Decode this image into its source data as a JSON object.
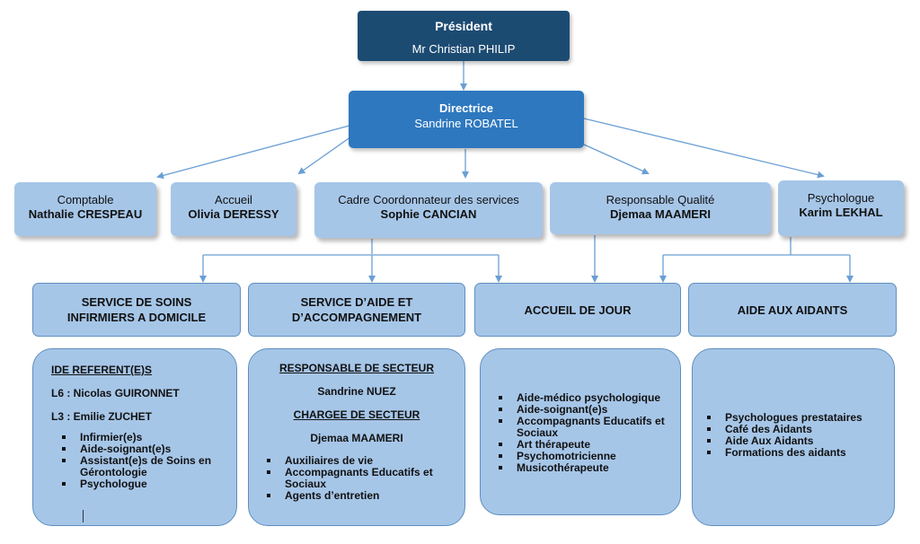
{
  "president": {
    "title": "Président",
    "name": "Mr Christian PHILIP"
  },
  "directrice": {
    "title": "Directrice",
    "name": "Sandrine ROBATEL"
  },
  "staff": [
    {
      "role": "Comptable",
      "name": "Nathalie CRESPEAU"
    },
    {
      "role": "Accueil",
      "name": "Olivia DERESSY"
    },
    {
      "role": "Cadre Coordonnateur des services",
      "name": "Sophie CANCIAN"
    },
    {
      "role": "Responsable Qualité",
      "name": "Djemaa MAAMERI"
    },
    {
      "role": "Psychologue",
      "name": "Karim LEKHAL"
    }
  ],
  "services": [
    {
      "line1": "SERVICE DE SOINS",
      "line2": "INFIRMIERS A DOMICILE"
    },
    {
      "line1": "SERVICE D’AIDE ET",
      "line2": "D’ACCOMPAGNEMENT"
    },
    {
      "line1": "ACCUEIL DE JOUR",
      "line2": ""
    },
    {
      "line1": "AIDE AUX AIDANTS",
      "line2": ""
    }
  ],
  "ssiad": {
    "heading": "IDE REFERENT(E)S",
    "ref1": "L6 : Nicolas GUIRONNET",
    "ref2": "L3 : Emilie ZUCHET",
    "items": [
      "Infirmier(e)s",
      "Aide-soignant(e)s",
      "Assistant(e)s de Soins en Gérontologie",
      "Psychologue"
    ]
  },
  "saad": {
    "heading1": "RESPONSABLE DE SECTEUR",
    "name1": "Sandrine NUEZ",
    "heading2": "CHARGEE DE SECTEUR",
    "name2": "Djemaa MAAMERI",
    "items": [
      "Auxiliaires de vie",
      "Accompagnants Educatifs et Sociaux",
      "Agents d’entretien"
    ]
  },
  "accueil": {
    "items": [
      "Aide-médico psychologique",
      "Aide-soignant(e)s",
      "Accompagnants Educatifs et Sociaux",
      "Art thérapeute",
      "Psychomotricienne",
      "Musicothérapeute"
    ]
  },
  "aidants": {
    "items": [
      "Psychologues prestataires",
      "Café des Aidants",
      "Aide Aux Aidants",
      "Formations des aidants"
    ]
  },
  "colors": {
    "president": "#1c4b72",
    "directrice": "#2e78bf",
    "box": "#a6c6e8",
    "connector": "#6a9fd4"
  }
}
